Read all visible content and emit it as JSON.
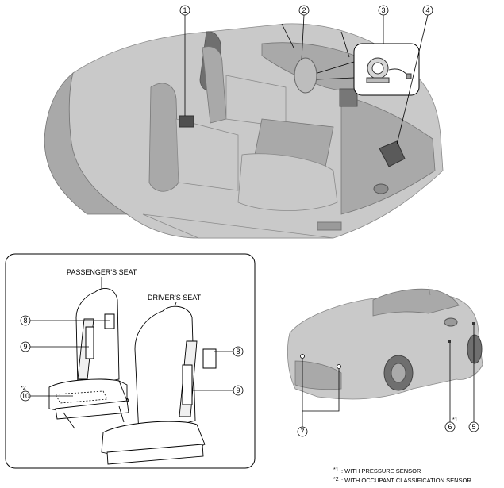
{
  "labels": {
    "passenger_seat": "PASSENGER'S SEAT",
    "driver_seat": "DRIVER'S SEAT"
  },
  "callouts": [
    "1",
    "2",
    "3",
    "4",
    "5",
    "6",
    "7",
    "8",
    "9",
    "10"
  ],
  "notes": {
    "n1_mark": "*1",
    "n1_text": ": WITH PRESSURE SENSOR",
    "n2_mark": "*2",
    "n2_text": ": WITH OCCUPANT CLASSIFICATION SENSOR"
  }
}
